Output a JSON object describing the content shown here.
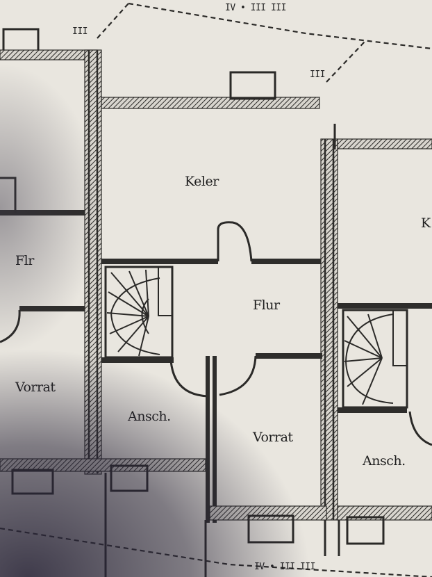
{
  "plan": {
    "rooms": [
      {
        "id": "keller",
        "label": "Keler"
      },
      {
        "id": "flur-main",
        "label": "Flur"
      },
      {
        "id": "flur-left",
        "label": "Flr"
      },
      {
        "id": "vorrat-left",
        "label": "Vorrat"
      },
      {
        "id": "vorrat-main",
        "label": "Vorrat"
      },
      {
        "id": "anschl-left",
        "label": "Ansch."
      },
      {
        "id": "anschl-right",
        "label": "Ansch."
      },
      {
        "id": "right-edge",
        "label": "K"
      }
    ],
    "markers": {
      "marker_top_left": "III",
      "marker_top_right": "III",
      "top_edge_label": "IV • III III",
      "bottom_edge_label": "IV • III III"
    }
  }
}
